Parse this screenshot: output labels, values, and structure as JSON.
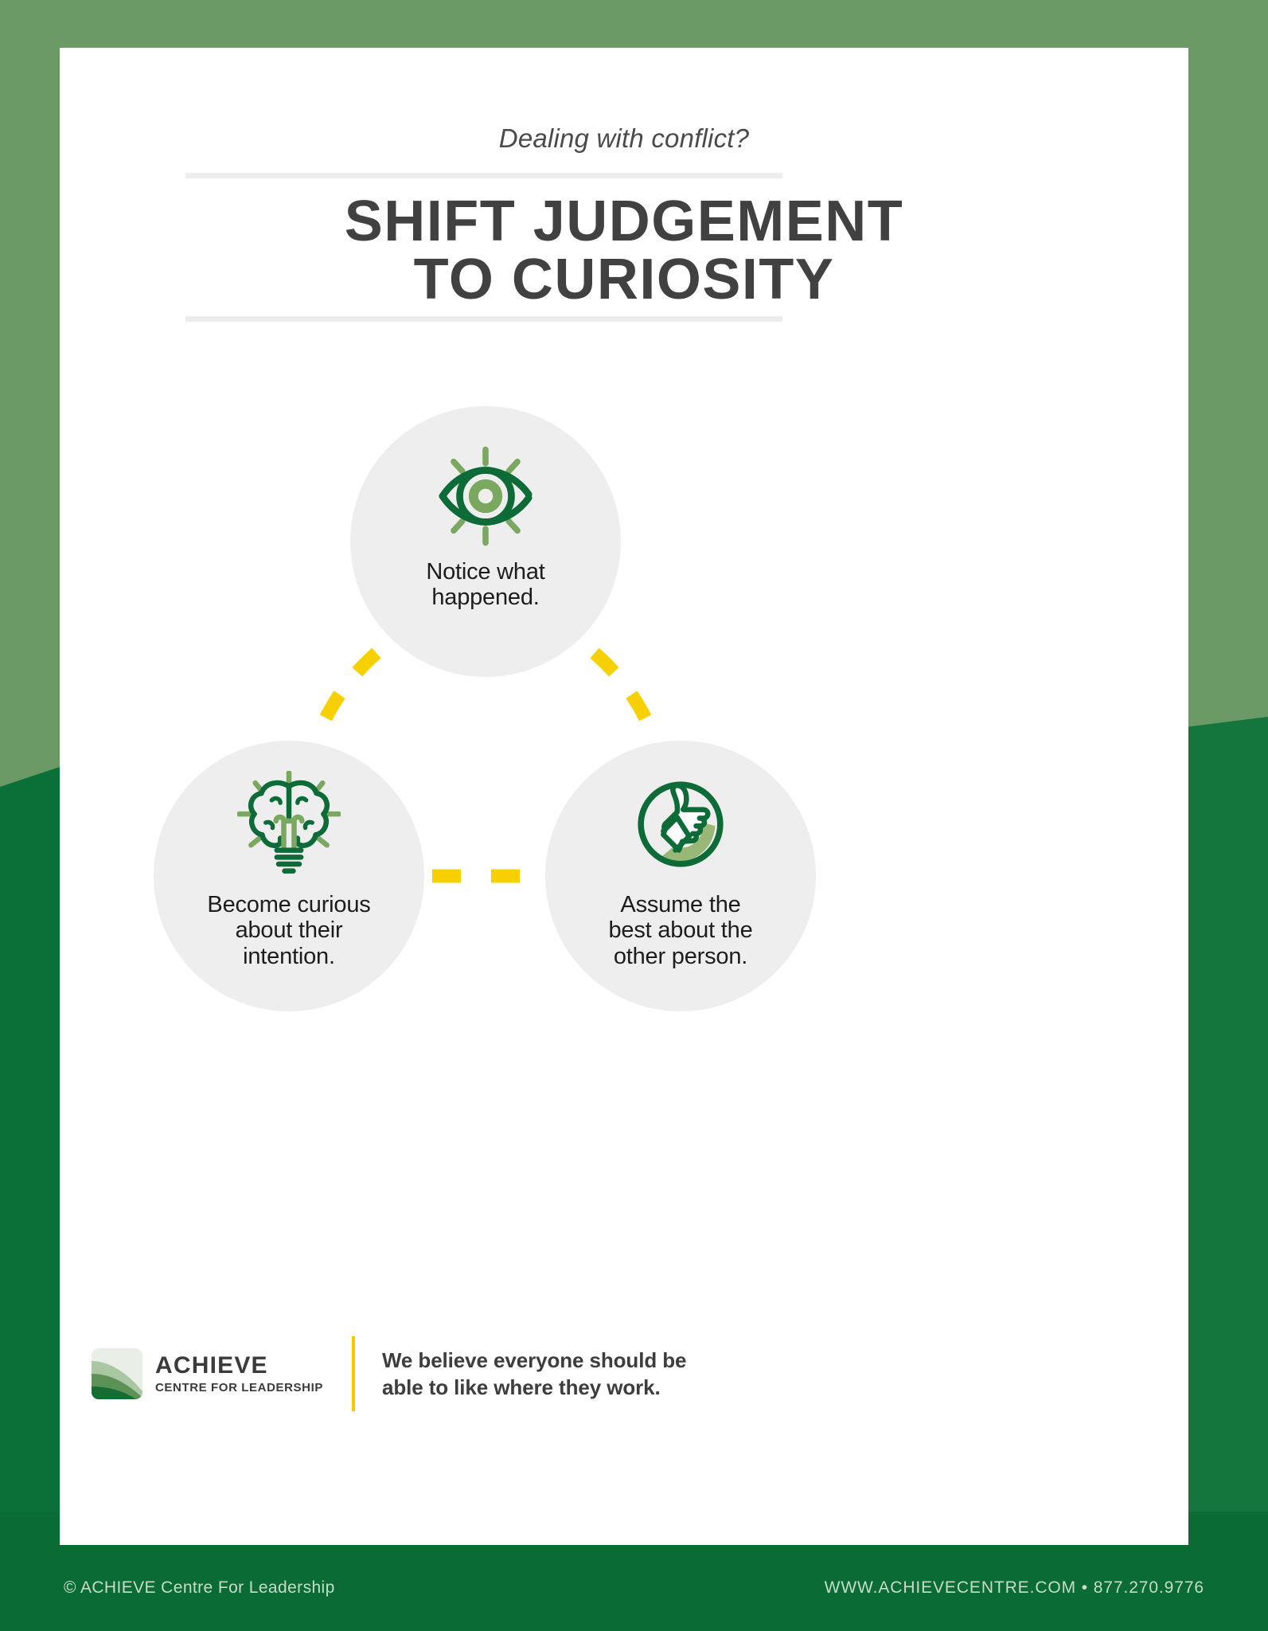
{
  "header": {
    "subtitle": "Dealing with conflict?",
    "title_line1": "SHIFT JUDGEMENT",
    "title_line2": "TO CURIOSITY"
  },
  "diagram": {
    "nodes": [
      {
        "id": "notice",
        "icon": "eye-icon",
        "label": "Notice what\nhappened."
      },
      {
        "id": "curious",
        "icon": "brain-bulb-icon",
        "label": "Become curious\nabout their\nintention."
      },
      {
        "id": "assume",
        "icon": "thumbs-up-icon",
        "label": "Assume the\nbest about the\nother person."
      }
    ],
    "connector_style": "dashed-arc",
    "connector_color": "#f6d000"
  },
  "footer": {
    "logo_name": "ACHIEVE",
    "logo_subtitle": "CENTRE FOR LEADERSHIP",
    "tagline": "We believe everyone should be\nable to like where they work."
  },
  "bottombar": {
    "copyright": "© ACHIEVE Centre For Leadership",
    "contact": "WWW.ACHIEVECENTRE.COM • 877.270.9776"
  },
  "colors": {
    "bg_light_green": "#6b9a66",
    "bg_dark_green": "#0b7038",
    "bottom_bar_green": "#0b6b35",
    "icon_dark_green": "#0d6b38",
    "icon_light_green": "#7aa860",
    "accent_yellow": "#f6d000",
    "card_white": "#ffffff",
    "circle_gray": "#eeeeee",
    "title_gray": "#414141"
  }
}
